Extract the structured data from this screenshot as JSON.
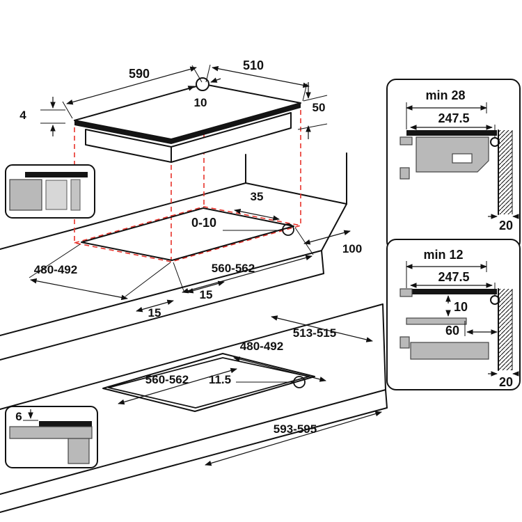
{
  "colors": {
    "line": "#111111",
    "projection_dashed": "#e8322a",
    "fill_gray": "#b9b9b9",
    "fill_light_gray": "#d7d7d7"
  },
  "hob_view": {
    "width": "590",
    "depth": "510",
    "hole_diameter": "10",
    "glass_thickness": "4",
    "body_height": "50"
  },
  "worktop_view": {
    "back_clearance": "35",
    "edge_gap": "0-10",
    "cutout_depth": "480-492",
    "cutout_width": "560-562",
    "side_clearance": "100",
    "front_overhang_left": "15",
    "front_overhang_right": "15"
  },
  "section_min28": {
    "min_clearance": "min 28",
    "bracket_offset": "247.5",
    "wall_thickness": "20"
  },
  "section_min12": {
    "min_clearance": "min 12",
    "bracket_offset": "247.5",
    "air_gap": "10",
    "shelf_setback": "60",
    "wall_thickness": "20"
  },
  "underside_view": {
    "overall_depth": "513-515",
    "cutout_depth": "480-492",
    "cutout_width": "560-562",
    "corner_radius": "11.5",
    "overall_width": "593-595"
  },
  "edge_detail": {
    "overlap_height": "6"
  }
}
